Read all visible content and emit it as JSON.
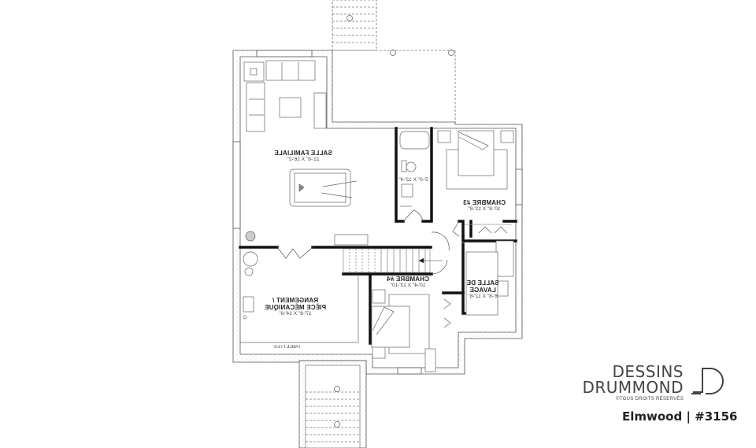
{
  "plan": {
    "title": "Basement floor plan (mirrored)",
    "rooms": [
      {
        "name": "SALLE FAMILIALE",
        "dims": "21'-8\" X 16'-2\""
      },
      {
        "name": "CHAMBRE #3",
        "dims": "10'-8\" X 12'-8\""
      },
      {
        "name": "CHAMBRE #4",
        "dims": "10'-4\" X 13'-10\""
      },
      {
        "name": "SALLE DE",
        "name2": "LAVAGE",
        "dims": "6'-8\" X 12'-6\""
      },
      {
        "name": "RANGEMENT /",
        "name2": "PIÈCE MÉCANIQUE",
        "dims": "17'-8\" X 14'-6\""
      },
      {
        "name": "",
        "dims": "5'-0\" X 12'-4\""
      }
    ],
    "shelves_label": "TABLETTES"
  },
  "brand": {
    "line1": "DESSINS",
    "line2": "DRUMMOND",
    "line3": "©TOUS DROITS RÉSERVÉS",
    "model": "Elmwood | #3156"
  },
  "colors": {
    "wall": "#111111",
    "line": "#555555",
    "hatch": "#999999"
  }
}
